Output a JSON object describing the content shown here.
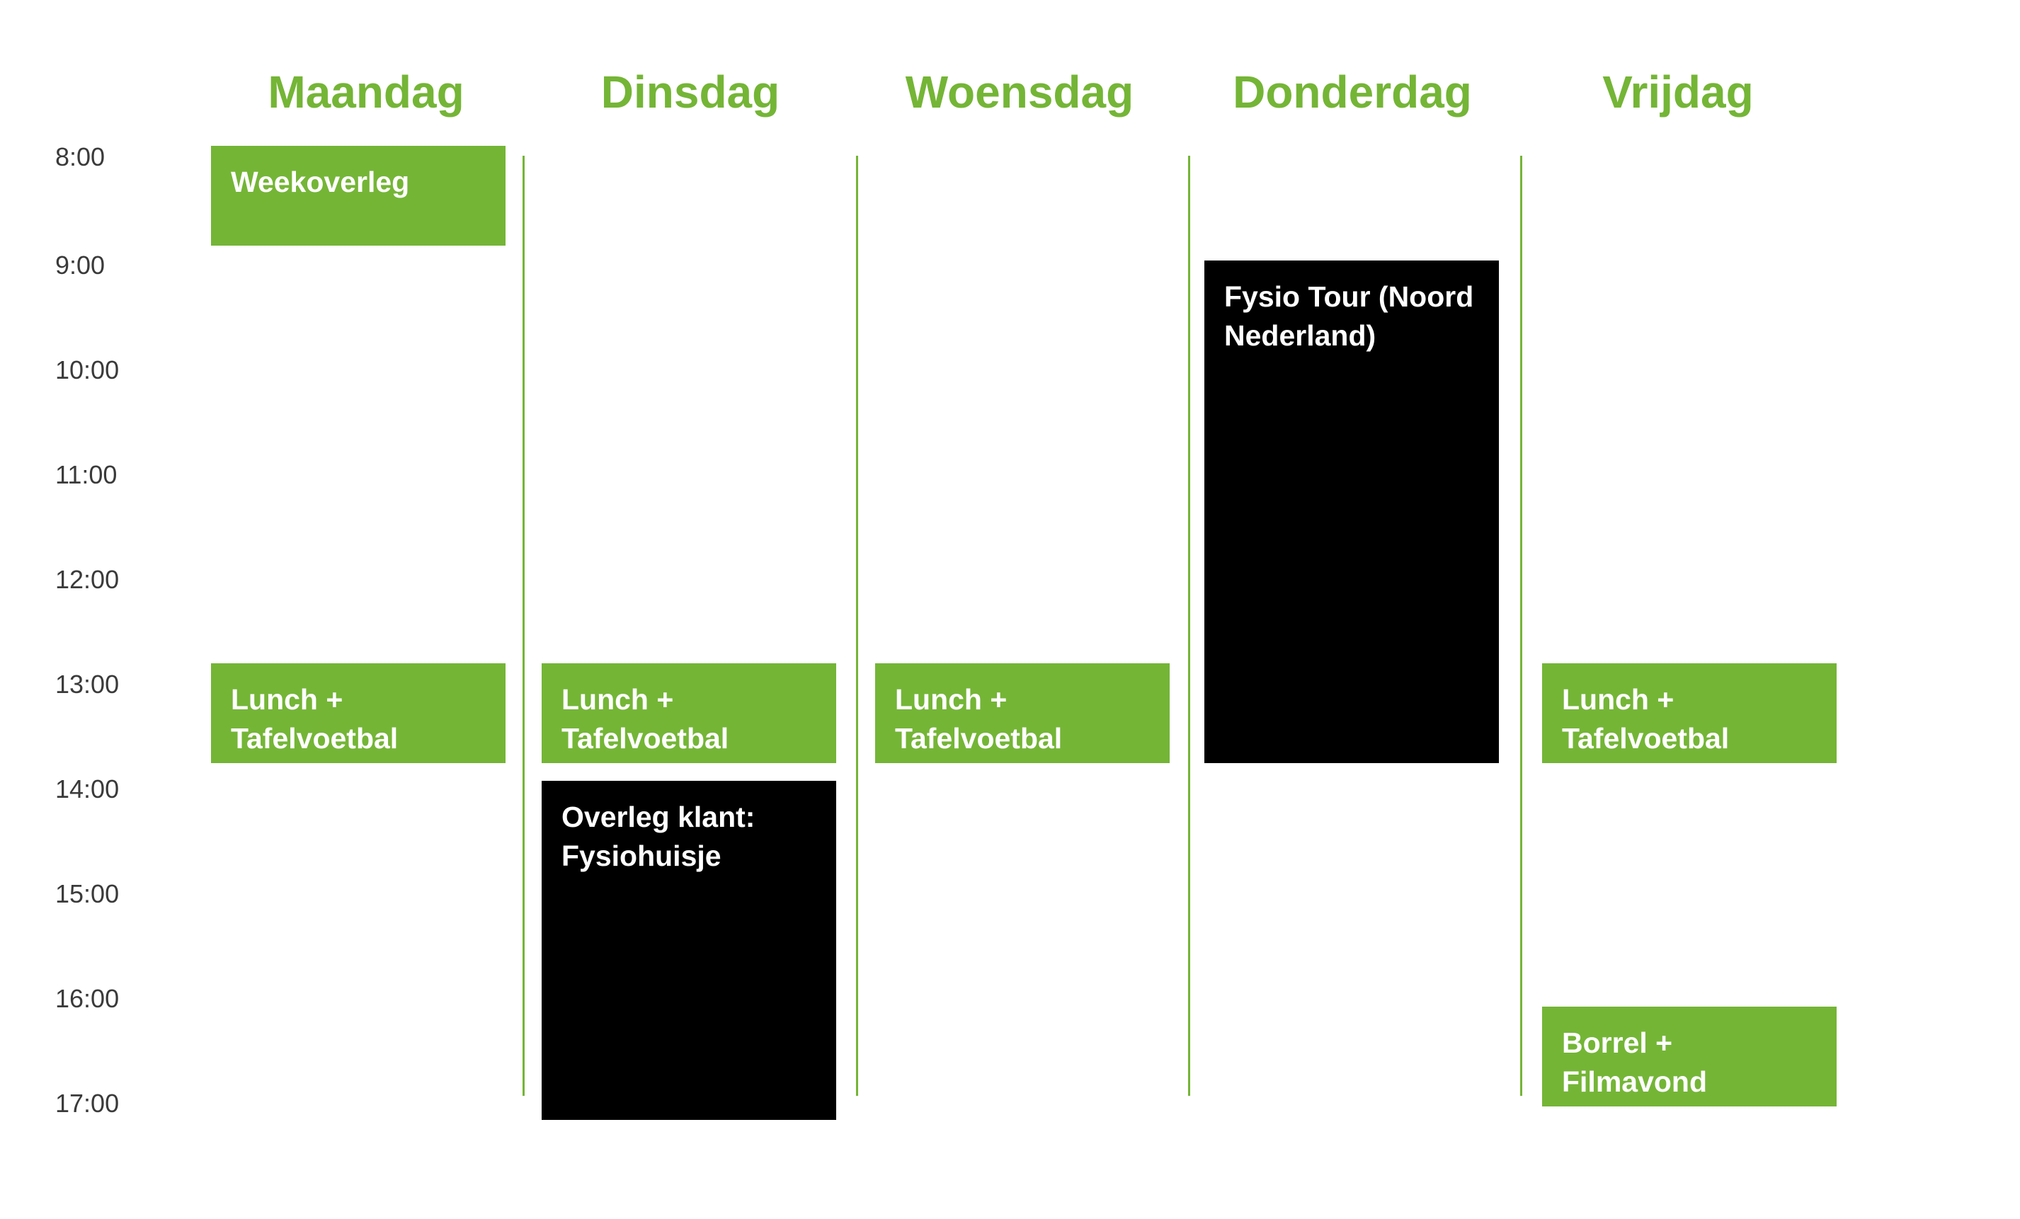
{
  "days": [
    "Maandag",
    "Dinsdag",
    "Woensdag",
    "Donderdag",
    "Vrijdag"
  ],
  "times": [
    "8:00",
    "9:00",
    "10:00",
    "11:00",
    "12:00",
    "13:00",
    "14:00",
    "15:00",
    "16:00",
    "17:00"
  ],
  "events": {
    "maandag_weekoverleg": {
      "title": "Weekoverleg",
      "color": "#74b536"
    },
    "maandag_lunch": {
      "title": "Lunch + Tafelvoetbal",
      "color": "#74b536"
    },
    "dinsdag_lunch": {
      "title": "Lunch + Tafelvoetbal",
      "color": "#74b536"
    },
    "dinsdag_overleg": {
      "title": "Overleg klant: Fysiohuisje",
      "color": "#000000"
    },
    "woensdag_lunch": {
      "title": "Lunch + Tafelvoetbal",
      "color": "#74b536"
    },
    "donderdag_fysio_tour": {
      "title": "Fysio Tour (Noord Nederland)",
      "color": "#000000"
    },
    "vrijdag_lunch": {
      "title": "Lunch + Tafelvoetbal",
      "color": "#74b536"
    },
    "vrijdag_borrel": {
      "title": "Borrel + Filmavond",
      "color": "#74b536"
    }
  },
  "colors": {
    "accent": "#74b536",
    "event_dark": "#000000",
    "time_text": "#3a3a3a",
    "background": "#ffffff"
  }
}
